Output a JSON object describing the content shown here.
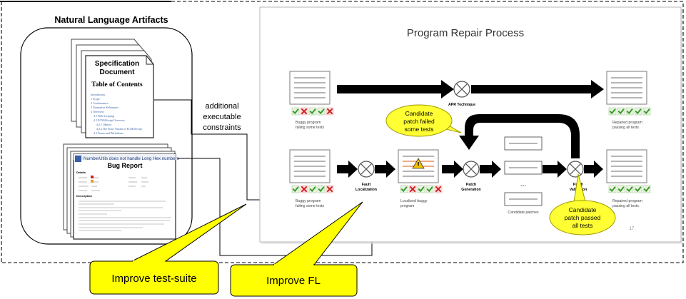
{
  "artifacts": {
    "title": "Natural Language Artifacts",
    "spec_line1": "Specification",
    "spec_line2": "Document",
    "toc_title": "Table of Contents",
    "toc_items": [
      "Introduction",
      "1 Scope",
      "2 Conformance",
      "3 Normative References",
      "4 Overview",
      "4.1 Web Scripting",
      "4.2 ECMAScript Overview",
      "4.2.1 Objects",
      "4.2.2 The Strict Variant of ECMAScript",
      "4.3 Terms and Definitions"
    ],
    "bug_header": "NumberUtils does not handle Long Hex numbers",
    "bug_title": "Bug Report",
    "details_label": "Details",
    "description_label": "Description"
  },
  "connector_label": [
    "additional",
    "executable",
    "constraints"
  ],
  "slide": {
    "title": "Program Repair Process",
    "apr_technique": "APR Technique",
    "fault_localization": [
      "Fault",
      "Localization"
    ],
    "patch_generation": [
      "Patch",
      "Generation"
    ],
    "patch_validation": [
      "Patch",
      "Validation"
    ],
    "buggy_top": [
      "Buggy program",
      "failing some tests"
    ],
    "buggy_bottom": [
      "Buggy program",
      "failing some tests"
    ],
    "localized": [
      "Localized buggy",
      "program"
    ],
    "candidate_patches": "Candidate patches",
    "repaired_top": [
      "Repaired program",
      "passing all tests"
    ],
    "repaired_bottom": [
      "Repaired program",
      "passing all tests"
    ],
    "dots": "...",
    "page_number": "17",
    "bubble_failed": [
      "Candidate",
      "patch failed",
      "some tests"
    ],
    "bubble_passed": [
      "Candidate",
      "patch passed",
      "all tests"
    ]
  },
  "callouts": {
    "test_suite": "Improve test-suite",
    "fl": "Improve FL"
  },
  "colors": {
    "callout_fill": "#ffff00",
    "bubble_fill": "#ffff33",
    "check_green": "#3a9a2a",
    "cross_red": "#d42020",
    "link_blue": "#3a5fa8"
  }
}
